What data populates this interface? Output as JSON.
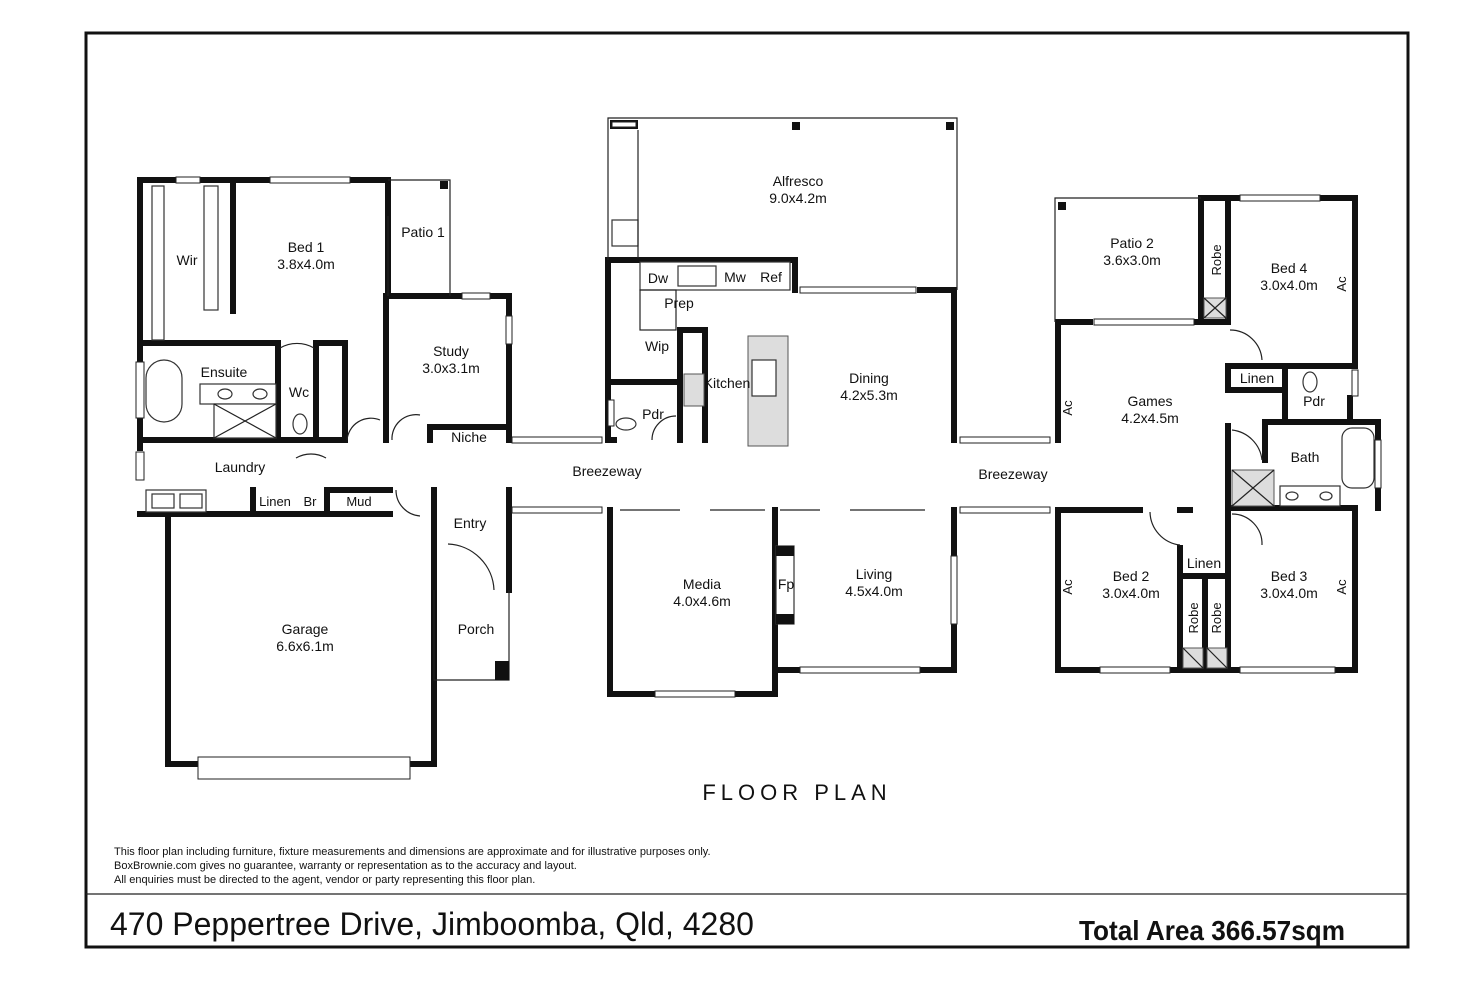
{
  "title": "FLOOR PLAN",
  "address": "470 Peppertree Drive, Jimboomba, Qld, 4280",
  "total_area": "Total Area 366.57sqm",
  "disclaimer": [
    "This floor plan including furniture, fixture measurements and dimensions are approximate and for illustrative purposes only.",
    "BoxBrownie.com gives no guarantee, warranty or representation as to the accuracy and layout.",
    "All enquiries must be directed to the agent, vendor or party representing this floor plan."
  ],
  "rooms": {
    "alfresco": {
      "name": "Alfresco",
      "size": "9.0x4.2m"
    },
    "bed1": {
      "name": "Bed 1",
      "size": "3.8x4.0m"
    },
    "patio1": {
      "name": "Patio 1"
    },
    "wir": {
      "name": "Wir"
    },
    "ensuite": {
      "name": "Ensuite"
    },
    "wc": {
      "name": "Wc"
    },
    "study": {
      "name": "Study",
      "size": "3.0x3.1m"
    },
    "niche": {
      "name": "Niche"
    },
    "laundry": {
      "name": "Laundry"
    },
    "linen1": {
      "name": "Linen"
    },
    "br": {
      "name": "Br"
    },
    "mud": {
      "name": "Mud"
    },
    "entry": {
      "name": "Entry"
    },
    "porch": {
      "name": "Porch"
    },
    "garage": {
      "name": "Garage",
      "size": "6.6x6.1m"
    },
    "dw": {
      "name": "Dw"
    },
    "mw": {
      "name": "Mw"
    },
    "ref": {
      "name": "Ref"
    },
    "prep": {
      "name": "Prep"
    },
    "wip": {
      "name": "Wip"
    },
    "kitchen": {
      "name": "Kitchen"
    },
    "pdr1": {
      "name": "Pdr"
    },
    "dining": {
      "name": "Dining",
      "size": "4.2x5.3m"
    },
    "breezeway1": {
      "name": "Breezeway"
    },
    "breezeway2": {
      "name": "Breezeway"
    },
    "media": {
      "name": "Media",
      "size": "4.0x4.6m"
    },
    "fp": {
      "name": "Fp"
    },
    "living": {
      "name": "Living",
      "size": "4.5x4.0m"
    },
    "patio2": {
      "name": "Patio 2",
      "size": "3.6x3.0m"
    },
    "robe_bed4": {
      "name": "Robe"
    },
    "bed4": {
      "name": "Bed 4",
      "size": "3.0x4.0m"
    },
    "ac_bed4": {
      "name": "Ac"
    },
    "games": {
      "name": "Games",
      "size": "4.2x4.5m"
    },
    "ac_games": {
      "name": "Ac"
    },
    "linen2": {
      "name": "Linen"
    },
    "pdr2": {
      "name": "Pdr"
    },
    "bath": {
      "name": "Bath"
    },
    "bed2": {
      "name": "Bed 2",
      "size": "3.0x4.0m"
    },
    "ac_bed2": {
      "name": "Ac"
    },
    "linen3": {
      "name": "Linen"
    },
    "robe_bed2": {
      "name": "Robe"
    },
    "robe_bed3": {
      "name": "Robe"
    },
    "bed3": {
      "name": "Bed 3",
      "size": "3.0x4.0m"
    },
    "ac_bed3": {
      "name": "Ac"
    }
  }
}
